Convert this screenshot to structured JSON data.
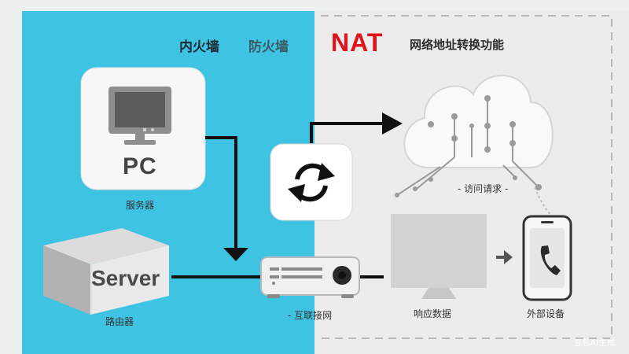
{
  "title": {
    "inner_firewall": "内火墙",
    "firewall": "防火墙",
    "nat": "NAT",
    "nat_subtitle": "网络地址转换功能"
  },
  "devices": {
    "pc_label": "PC",
    "server_label": "Server"
  },
  "labels": {
    "under_pc": "服务器",
    "under_server": "路由器",
    "internet": "- 互联接网",
    "access_request": "- 访问请求 -",
    "response_data": "响应数据",
    "external_device": "外部设备"
  },
  "watermark": "豆包AI生成",
  "icons": [
    "monitor-icon",
    "server-box-icon",
    "refresh-cycle-icon",
    "router-device-icon",
    "cloud-network-icon",
    "display-panel-icon",
    "mobile-phone-icon",
    "phone-handset-icon"
  ],
  "colors": {
    "internal_zone": "#3fc3e3",
    "external_zone": "#eeeeee",
    "nat_red": "#e0121b",
    "connector": "#111111"
  }
}
